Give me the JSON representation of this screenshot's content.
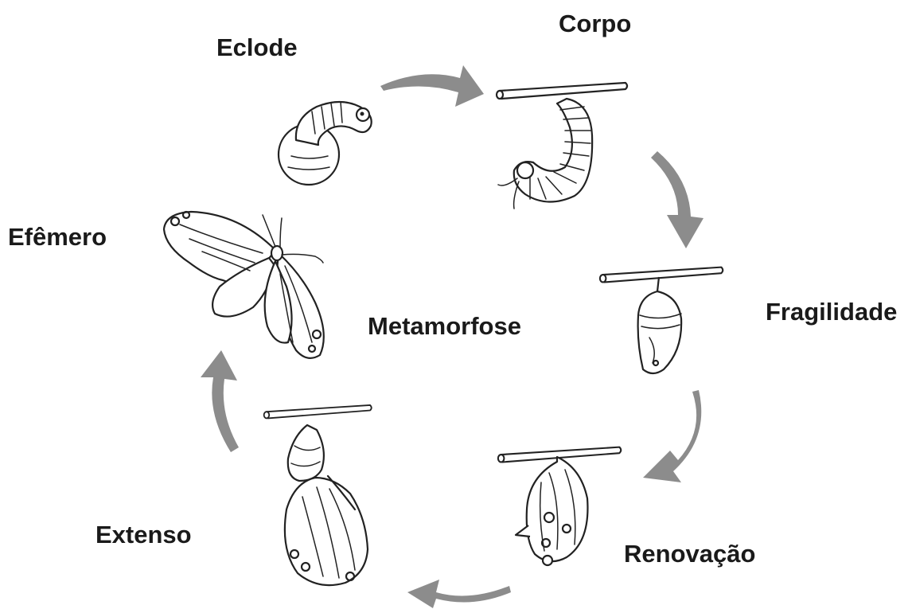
{
  "diagram": {
    "center_label": "Metamorfose",
    "stages": [
      {
        "id": "egg",
        "label": "Eclode",
        "illustration": "hatching-caterpillar-icon"
      },
      {
        "id": "caterpillar",
        "label": "Corpo",
        "illustration": "hanging-caterpillar-icon"
      },
      {
        "id": "chrysalis",
        "label": "Fragilidade",
        "illustration": "chrysalis-icon"
      },
      {
        "id": "late-chrysalis",
        "label": "Renovação",
        "illustration": "transparent-chrysalis-icon"
      },
      {
        "id": "emerging",
        "label": "Extenso",
        "illustration": "emerging-butterfly-icon"
      },
      {
        "id": "butterfly",
        "label": "Efêmero",
        "illustration": "butterfly-icon"
      }
    ],
    "arrow_color": "#8c8c8c",
    "ink_color": "#222222",
    "arrow_icon": "curved-arrow-icon"
  }
}
